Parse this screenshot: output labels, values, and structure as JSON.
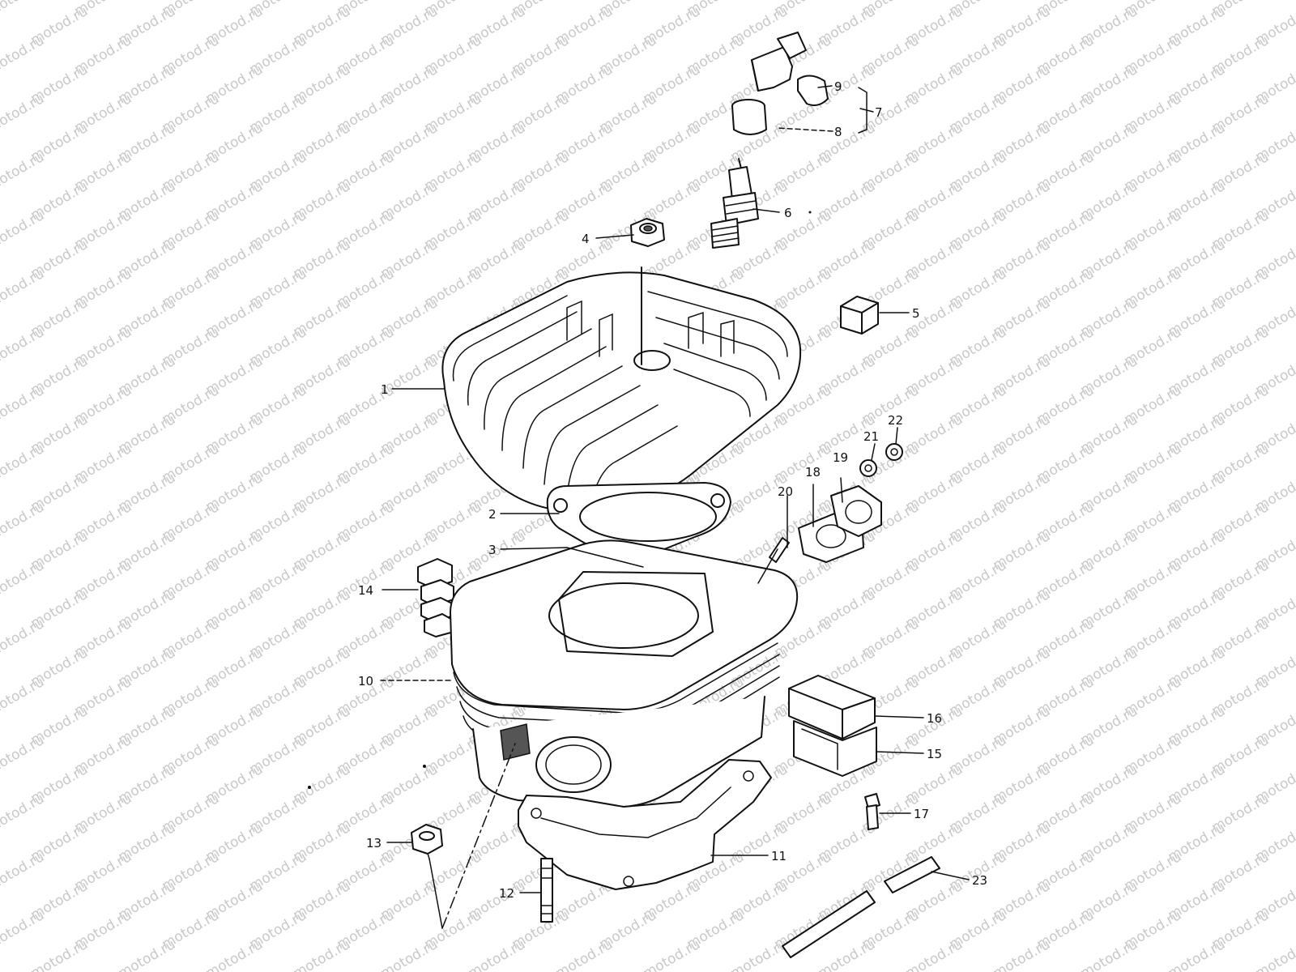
{
  "watermark": {
    "text": "motod.ru",
    "color": "#c8c8c8"
  },
  "callouts": {
    "p1": "1",
    "p2": "2",
    "p3": "3",
    "p4": "4",
    "p5": "5",
    "p6": "6",
    "p7": "7",
    "p8": "8",
    "p9": "9",
    "p10": "10",
    "p11": "11",
    "p12": "12",
    "p13": "13",
    "p14": "14",
    "p15": "15",
    "p16": "16",
    "p17": "17",
    "p18": "18",
    "p19": "19",
    "p20": "20",
    "p21": "21",
    "p22": "22",
    "p23": "23"
  }
}
